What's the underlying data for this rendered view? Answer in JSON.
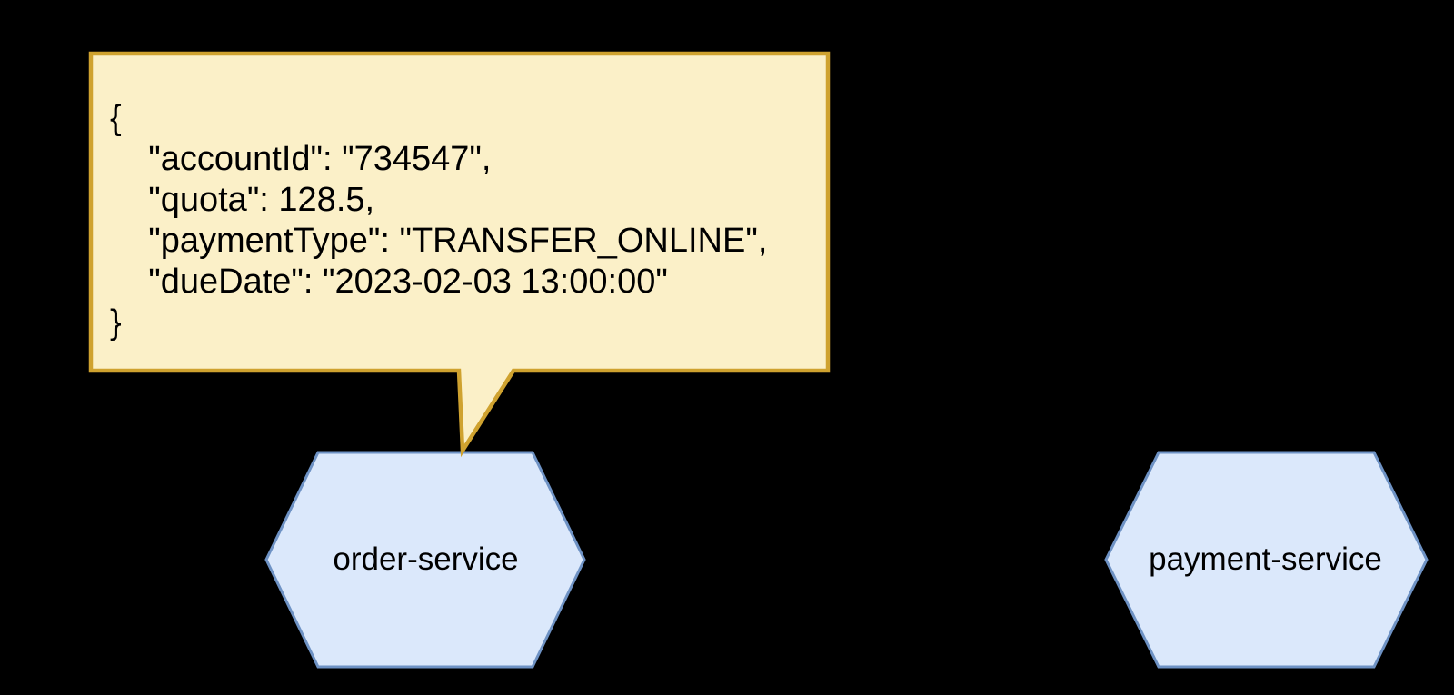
{
  "canvas": {
    "background": "#000000"
  },
  "callout": {
    "json_text": "{\n    \"accountId\": \"734547\",\n    \"quota\": 128.5,\n    \"paymentType\": \"TRANSFER_ONLINE\",\n    \"dueDate\": \"2023-02-03 13:00:00\"\n}",
    "fields": {
      "accountId": "734547",
      "quota": 128.5,
      "paymentType": "TRANSFER_ONLINE",
      "dueDate": "2023-02-03 13:00:00"
    },
    "fill": "#FBF0C8",
    "stroke": "#CFA22F",
    "text_color": "#000000"
  },
  "nodes": [
    {
      "label": "order-service",
      "shape": "hexagon",
      "fill": "#DBE8FB",
      "stroke": "#6E92C4",
      "text_color": "#000000"
    },
    {
      "label": "payment-service",
      "shape": "hexagon",
      "fill": "#DBE8FB",
      "stroke": "#6E92C4",
      "text_color": "#000000"
    }
  ]
}
